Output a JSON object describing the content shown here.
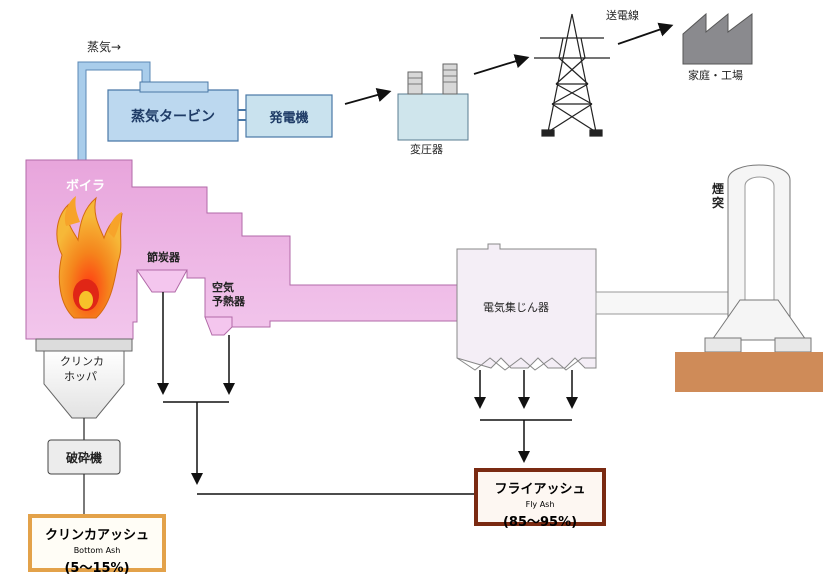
{
  "labels": {
    "steam_arrow": "蒸気→",
    "turbine": "蒸気タービン",
    "generator": "発電機",
    "transformer": "変圧器",
    "transmission_line": "送電線",
    "homes_factories": "家庭・工場",
    "chimney": "煙突",
    "boiler": "ボイラ",
    "economizer": "節炭器",
    "air_preheater_line1": "空気",
    "air_preheater_line2": "予熱器",
    "electrostatic_precipitator": "電気集じん器",
    "clinker_hopper_line1": "クリンカ",
    "clinker_hopper_line2": "ホッパ",
    "crusher": "破砕機"
  },
  "ash": {
    "bottom": {
      "jp": "クリンカアッシュ",
      "en": "Bottom Ash",
      "pct": "(5～15%)"
    },
    "fly": {
      "jp": "フライアッシュ",
      "en": "Fly Ash",
      "pct": "(85～95%)"
    }
  },
  "colors": {
    "boiler_pink": "#e6b0dc",
    "turbine_blue": "#bcd8ef",
    "steam_pipe_blue": "#a9cdeb",
    "factory_gray": "#8a8a8e",
    "ground_brown": "#cf8b58",
    "bottom_ash_border": "#e3a24a",
    "fly_ash_border": "#7a2a12",
    "flame_orange": "#f08a1c",
    "flame_red": "#e02616"
  }
}
